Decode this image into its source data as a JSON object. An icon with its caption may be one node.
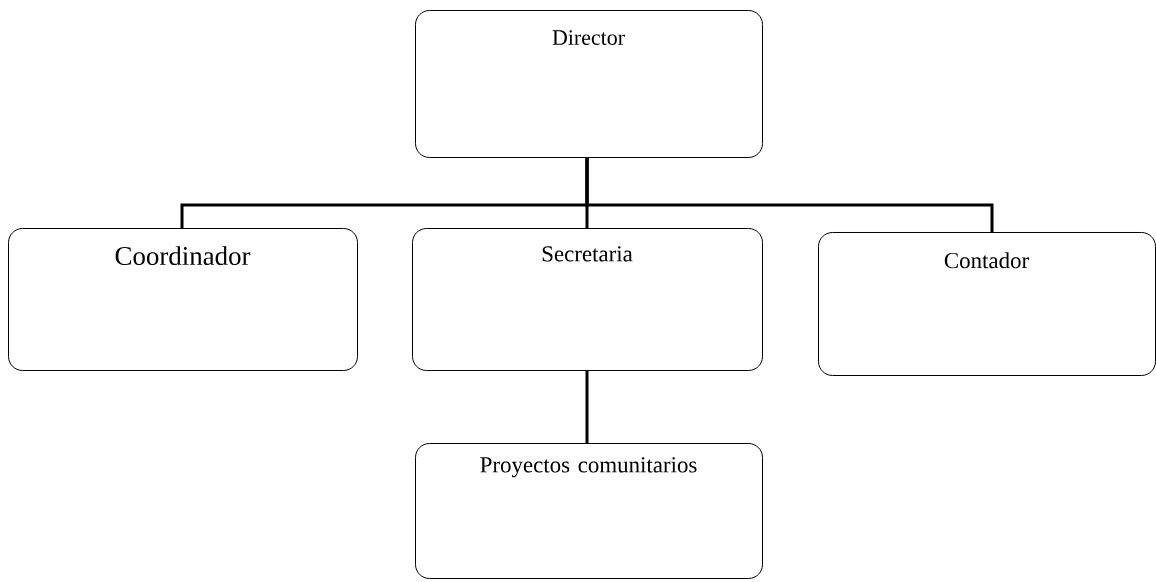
{
  "diagram": {
    "nodes": [
      {
        "text": [
          "Director"
        ]
      },
      {
        "text": [
          "Coordinador"
        ]
      },
      {
        "text": [
          "Secretaria"
        ]
      },
      {
        "text": [
          "Contador"
        ]
      },
      {
        "text": [
          "Proyectos comunitarios"
        ]
      }
    ],
    "edges": [
      {
        "from": 0,
        "to": 1,
        "arrow": "none"
      },
      {
        "from": 0,
        "to": 2,
        "arrow": "none"
      },
      {
        "from": 0,
        "to": 3,
        "arrow": "none"
      },
      {
        "from": 2,
        "to": 4,
        "arrow": "none"
      }
    ]
  }
}
